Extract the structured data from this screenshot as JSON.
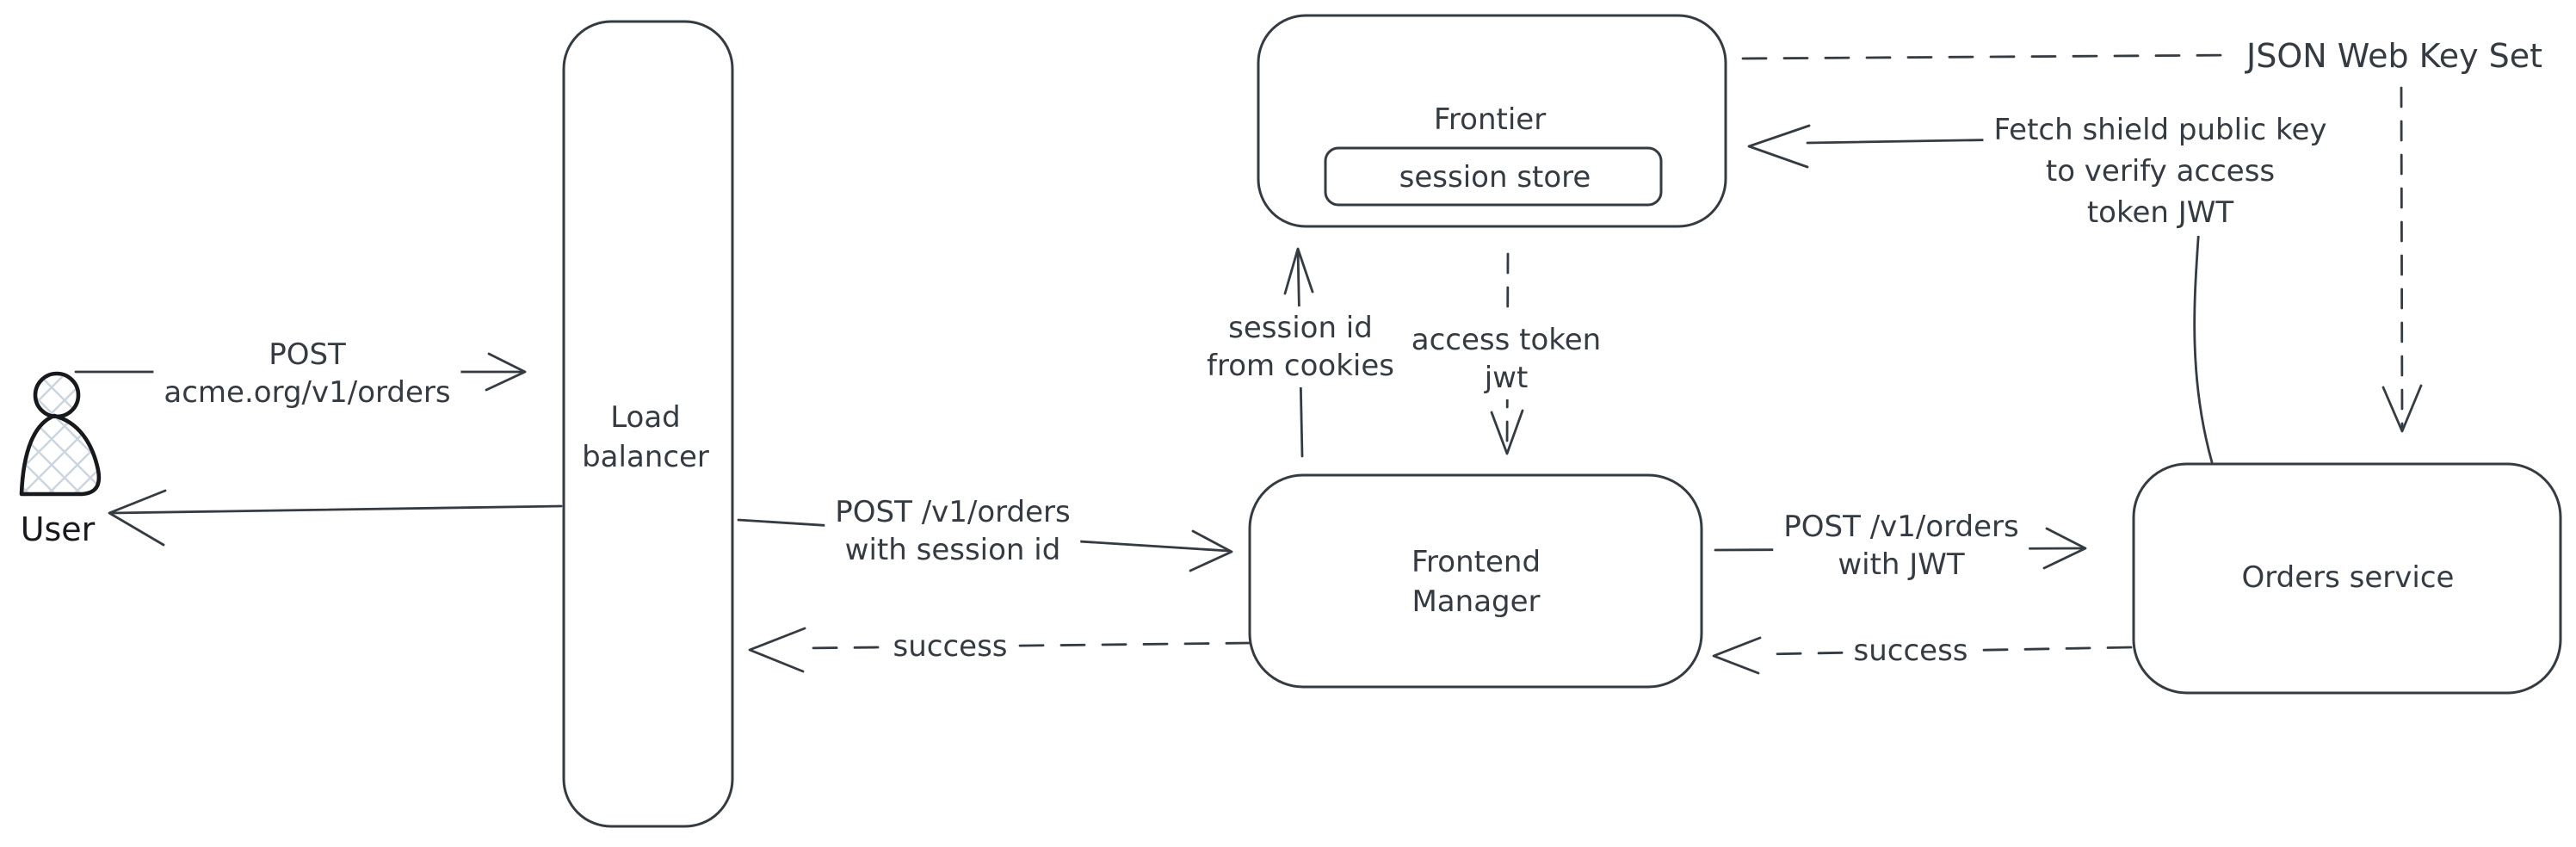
{
  "colors": {
    "ink": "#353b42",
    "user_ink": "#17191d",
    "hatch_fill": "#cbd5e0",
    "background": "#ffffff"
  },
  "nodes": {
    "user": {
      "label": "User"
    },
    "load_balancer": {
      "lines": [
        "Load",
        "balancer"
      ]
    },
    "frontier": {
      "label": "Frontier"
    },
    "session_store": {
      "label": "session store"
    },
    "frontend_manager": {
      "lines": [
        "Frontend",
        "Manager"
      ]
    },
    "orders_service": {
      "label": "Orders service"
    },
    "json_web_key_set": {
      "label": "JSON Web Key Set"
    }
  },
  "edges": {
    "user_to_lb": {
      "style": "solid",
      "lines": [
        "POST",
        "acme.org/v1/orders"
      ]
    },
    "lb_to_user": {
      "style": "solid"
    },
    "lb_to_fm": {
      "style": "solid",
      "lines": [
        "POST /v1/orders",
        "with session id"
      ]
    },
    "fm_to_lb": {
      "style": "dashed",
      "label": "success"
    },
    "fm_to_frontier": {
      "style": "solid",
      "lines": [
        "session id",
        "from cookies"
      ]
    },
    "frontier_to_fm": {
      "style": "dashed",
      "lines": [
        "access token",
        "jwt"
      ]
    },
    "fm_to_orders": {
      "style": "solid",
      "lines": [
        "POST /v1/orders",
        "with JWT"
      ]
    },
    "orders_to_fm": {
      "style": "dashed",
      "label": "success"
    },
    "orders_to_frontier": {
      "style": "solid",
      "lines": [
        "Fetch shield public key",
        "to verify access",
        "token JWT"
      ]
    },
    "frontier_to_jwks": {
      "style": "dashed"
    },
    "jwks_to_orders": {
      "style": "dashed"
    }
  }
}
